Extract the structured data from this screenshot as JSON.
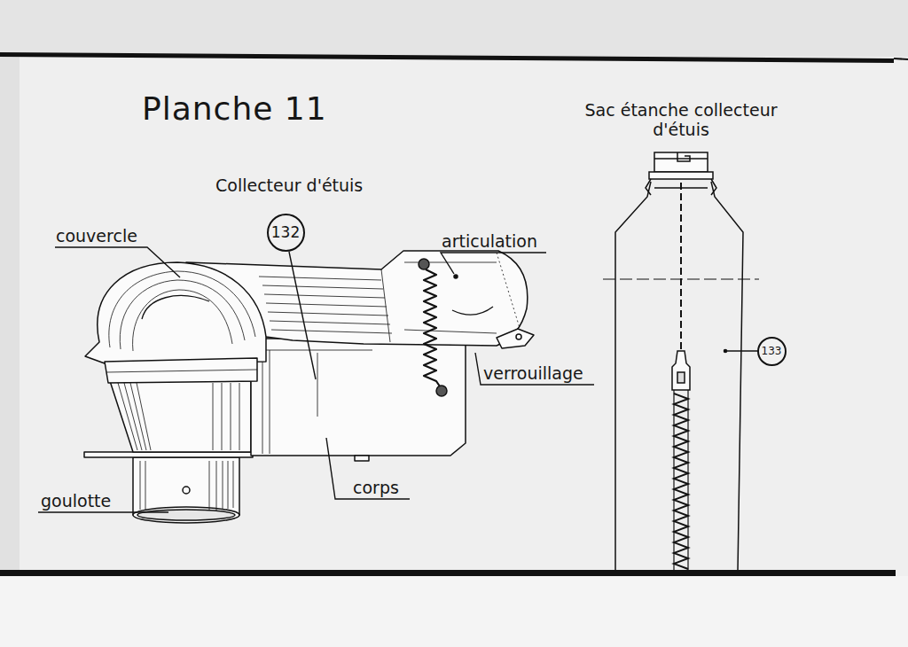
{
  "diagram": {
    "title": "Planche 11",
    "nodes": [
      {
        "text": [
          "132"
        ]
      },
      {
        "text": [
          "133"
        ]
      }
    ],
    "labels": [
      "Sac étanche collecteur d'étuis",
      "Collecteur d'étuis",
      "couvercle",
      "articulation",
      "verrouillage",
      "corps",
      "goulotte"
    ]
  }
}
